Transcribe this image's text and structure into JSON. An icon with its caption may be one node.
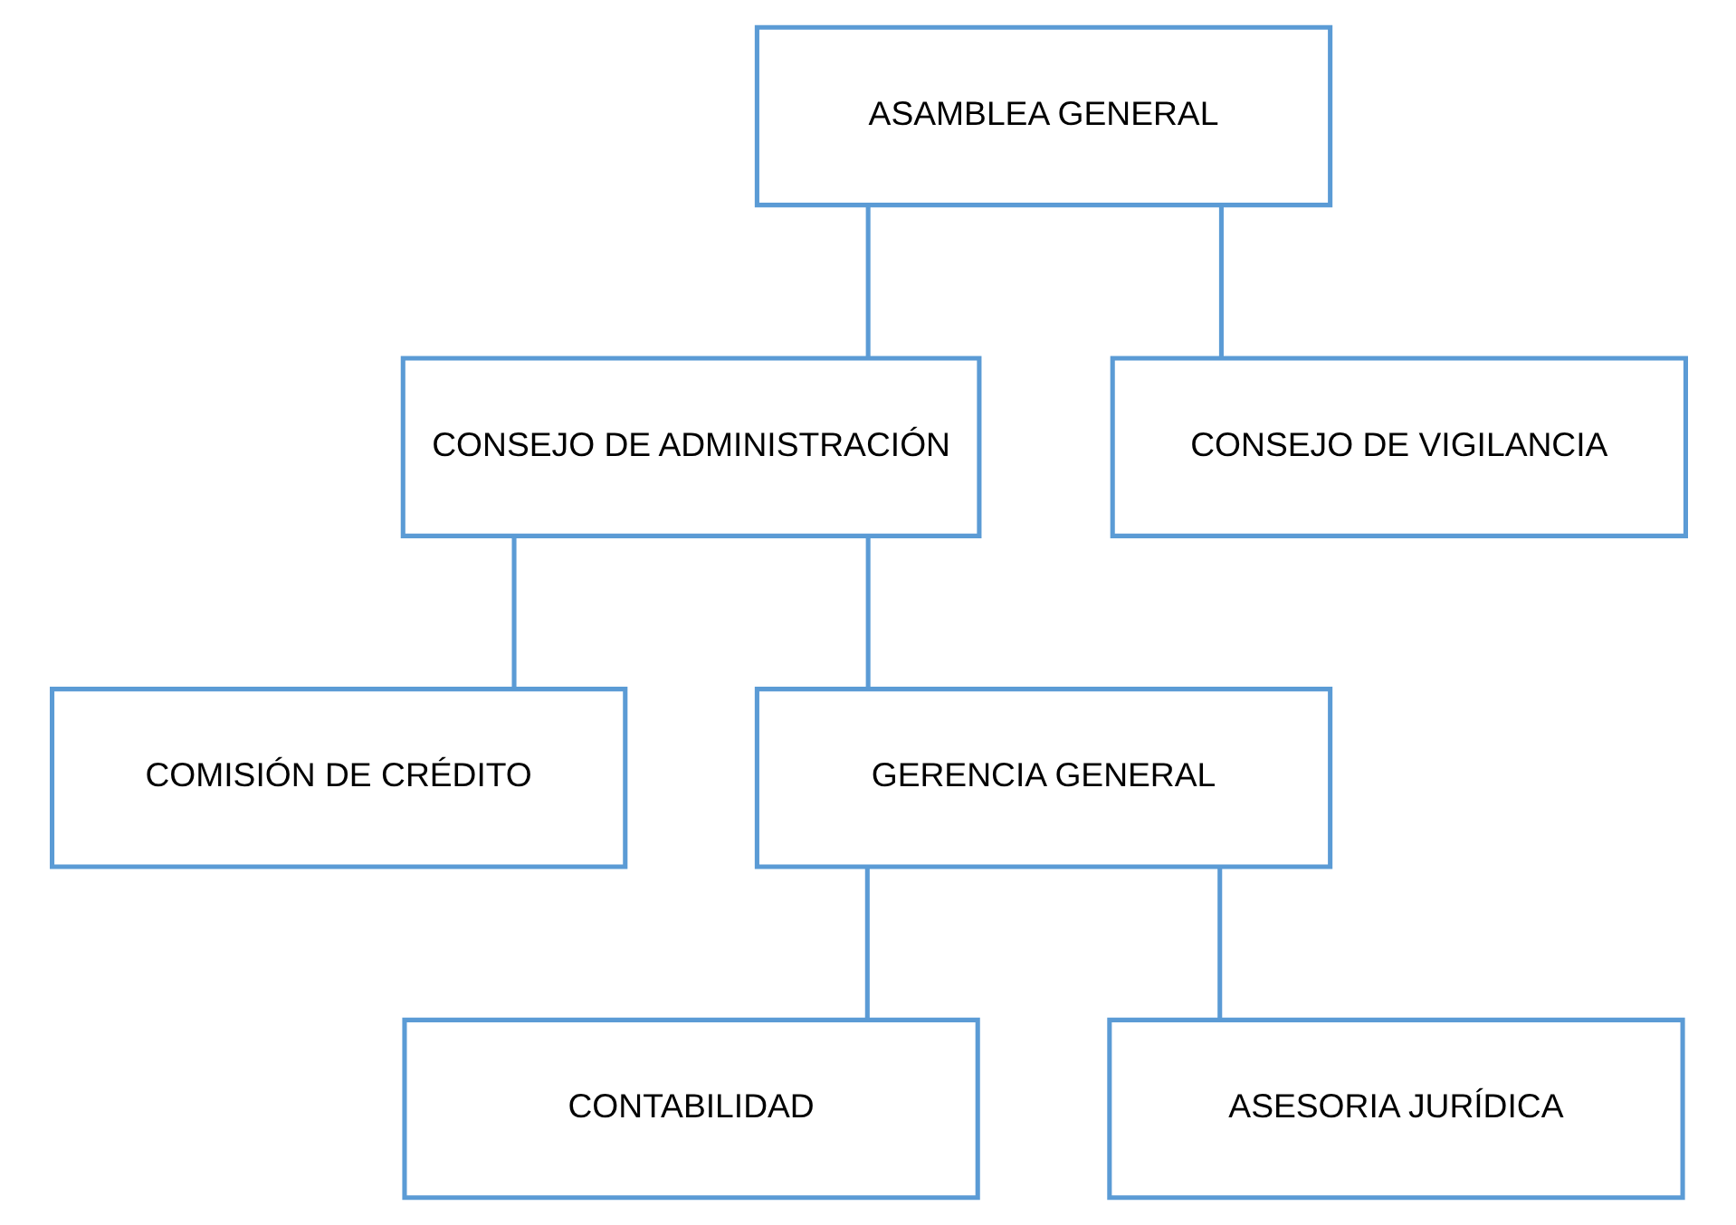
{
  "diagram": {
    "nodes": [
      {
        "text": [
          "ASAMBLEA GENERAL"
        ]
      },
      {
        "text": [
          "CONSEJO DE ADMINISTRACIÓN"
        ]
      },
      {
        "text": [
          "CONSEJO DE VIGILANCIA"
        ]
      },
      {
        "text": [
          "COMISIÓN DE CRÉDITO"
        ]
      },
      {
        "text": [
          "GERENCIA GENERAL"
        ]
      },
      {
        "text": [
          "CONTABILIDAD"
        ]
      },
      {
        "text": [
          "ASESORIA JURÍDICA"
        ]
      }
    ],
    "edges": [
      {
        "from": 0,
        "to": 1,
        "arrow": "none"
      },
      {
        "from": 0,
        "to": 2,
        "arrow": "none"
      },
      {
        "from": 1,
        "to": 3,
        "arrow": "none"
      },
      {
        "from": 1,
        "to": 4,
        "arrow": "none"
      },
      {
        "from": 4,
        "to": 5,
        "arrow": "none"
      },
      {
        "from": 4,
        "to": 6,
        "arrow": "none"
      }
    ]
  }
}
